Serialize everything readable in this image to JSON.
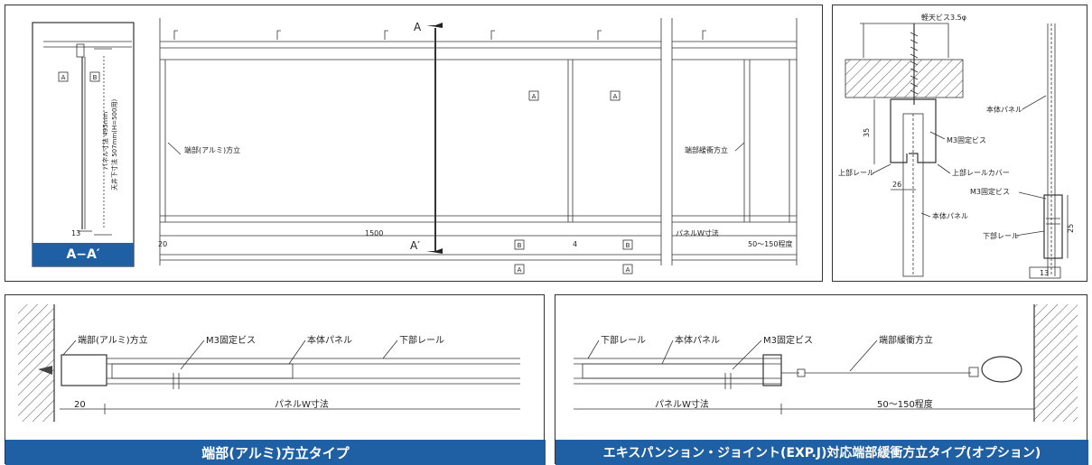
{
  "top_panel": {
    "section_marks": [
      "A",
      "A′"
    ],
    "inset": {
      "label_a": "A",
      "label_b": "B",
      "panel_size": "パネル寸法 495mm",
      "ceiling_size": "天井下寸法 507mm(H=500用)",
      "bottom_dim": "13",
      "banner": "A−A′"
    },
    "left_post": "端部(アルミ)方立",
    "right_post": "端部緩衝方立",
    "tag_a": "A",
    "tag_b": "B",
    "dim_20": "20",
    "dim_1500": "1500",
    "dim_4": "4",
    "dim_panel_w": "パネルW寸法",
    "dim_range": "50〜150程度"
  },
  "right_panel": {
    "screw": "軽天ビス3.5φ",
    "body_panel_1": "本体パネル",
    "m3_screw_1": "M3固定ビス",
    "upper_rail": "上部レール",
    "upper_rail_cover": "上部レールカバー",
    "dim_35": "35",
    "dim_26": "26",
    "body_panel_2": "本体パネル",
    "m3_screw_2": "M3固定ビス",
    "lower_rail": "下部レール",
    "dim_25": "25",
    "dim_13": "13"
  },
  "bottom_left": {
    "post": "端部(アルミ)方立",
    "m3": "M3固定ビス",
    "body": "本体パネル",
    "lower_rail": "下部レール",
    "dim_20": "20",
    "dim_w": "パネルW寸法",
    "banner": "端部(アルミ)方立タイプ"
  },
  "bottom_right": {
    "lower_rail": "下部レール",
    "body": "本体パネル",
    "m3": "M3固定ビス",
    "buffer_post": "端部緩衝方立",
    "dim_w": "パネルW寸法",
    "dim_range": "50〜150程度",
    "banner": "エキスパンション・ジョイント(EXP.J)対応端部緩衝方立タイプ(オプション)"
  }
}
